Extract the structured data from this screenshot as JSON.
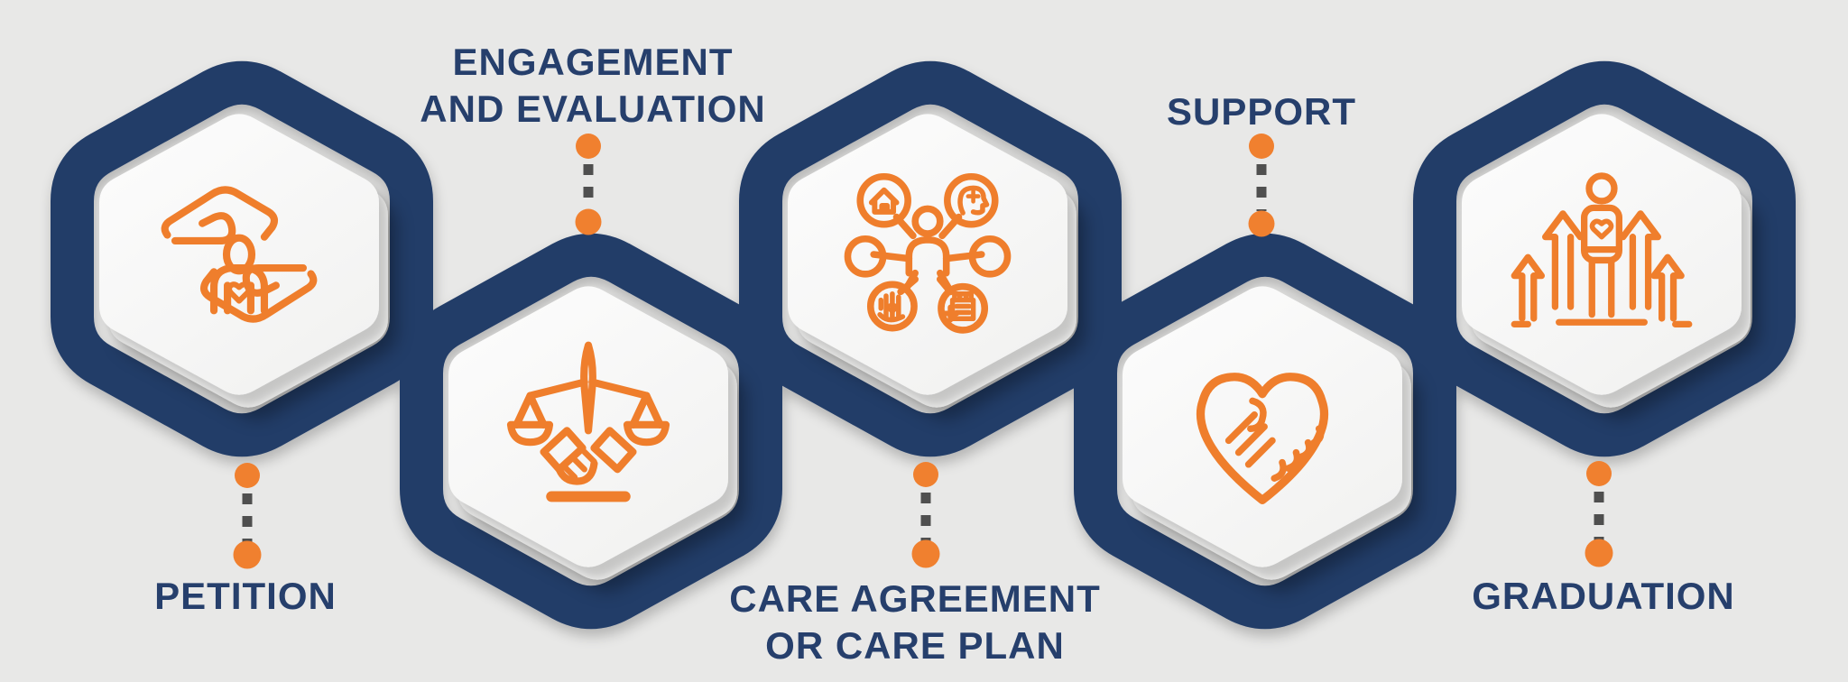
{
  "diagram": {
    "type": "process-infographic",
    "shape_motif": "hexagon-chain",
    "step_count": 5
  },
  "palette": {
    "background": "#e8e8e7",
    "band_navy": "#243d68",
    "hexagon_face": "#f9f9f8",
    "hexagon_base": "#ececeb",
    "icon_orange": "#ef7e2c",
    "dot_orange": "#f0802f",
    "dash_gray": "#4f4f4f",
    "label_navy": "#263f6c"
  },
  "steps": [
    {
      "order": 1,
      "label": "PETITION",
      "lines": [
        "PETITION"
      ],
      "label_position": "below",
      "hexagon_row": "upper",
      "icon": "hands-holding-person-icon"
    },
    {
      "order": 2,
      "label": "ENGAGEMENT AND EVALUATION",
      "lines": [
        "ENGAGEMENT",
        "AND EVALUATION"
      ],
      "label_position": "above",
      "hexagon_row": "lower",
      "icon": "justice-scales-handshake-icon"
    },
    {
      "order": 3,
      "label": "CARE AGREEMENT OR CARE PLAN",
      "lines": [
        "CARE AGREEMENT",
        "OR CARE PLAN"
      ],
      "label_position": "below",
      "hexagon_row": "upper",
      "icon": "person-support-network-icon"
    },
    {
      "order": 4,
      "label": "SUPPORT",
      "lines": [
        "SUPPORT"
      ],
      "label_position": "above",
      "hexagon_row": "lower",
      "icon": "heart-handshake-icon"
    },
    {
      "order": 5,
      "label": "GRADUATION",
      "lines": [
        "GRADUATION"
      ],
      "label_position": "below",
      "hexagon_row": "upper",
      "icon": "person-growth-arrows-icon"
    }
  ]
}
